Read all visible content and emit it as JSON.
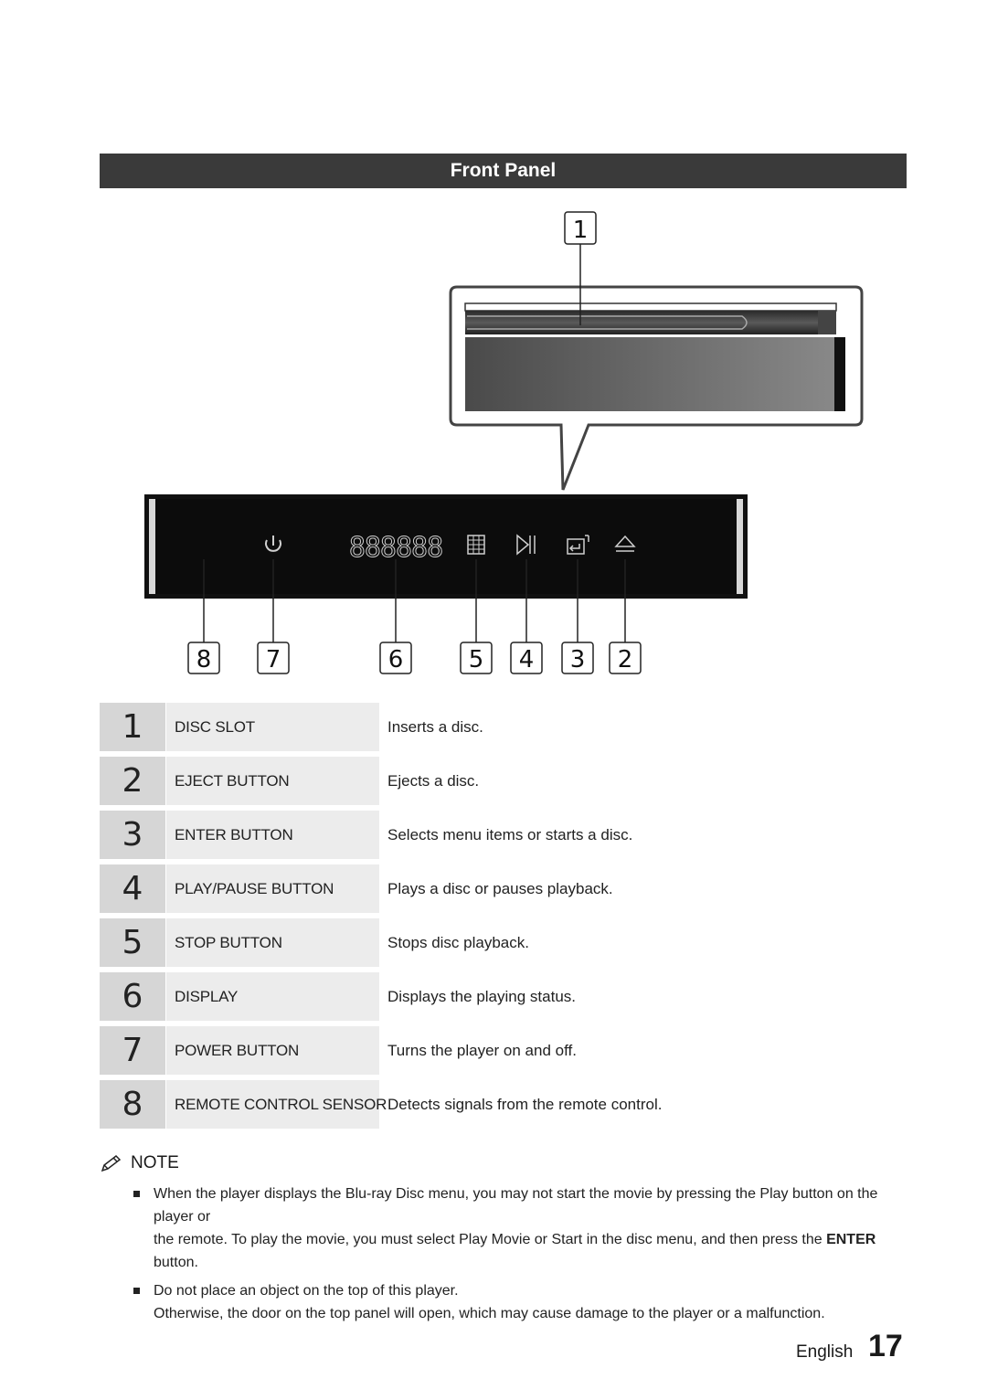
{
  "section_title": "Front Panel",
  "callouts": {
    "top": "1",
    "bottom": [
      "8",
      "7",
      "6",
      "5",
      "4",
      "3",
      "2"
    ]
  },
  "display_digits": "888888",
  "items": [
    {
      "num": "1",
      "name": "DISC SLOT",
      "desc": "Inserts a disc."
    },
    {
      "num": "2",
      "name": "EJECT BUTTON",
      "desc": "Ejects a disc."
    },
    {
      "num": "3",
      "name": "ENTER BUTTON",
      "desc": "Selects menu items or starts a disc."
    },
    {
      "num": "4",
      "name": "PLAY/PAUSE BUTTON",
      "desc": "Plays a disc or pauses playback."
    },
    {
      "num": "5",
      "name": "STOP BUTTON",
      "desc": "Stops disc playback."
    },
    {
      "num": "6",
      "name": "DISPLAY",
      "desc": "Displays the playing status."
    },
    {
      "num": "7",
      "name": "POWER BUTTON",
      "desc": "Turns the player on and off."
    },
    {
      "num": "8",
      "name": "REMOTE CONTROL SENSOR",
      "desc": "Detects signals from the remote control."
    }
  ],
  "note": {
    "heading": "NOTE",
    "bullet1_a": "When the player displays the Blu-ray Disc menu, you may not start the movie by pressing the Play button on the player or",
    "bullet1_b": "the remote. To play the movie, you must select Play Movie or Start in the disc menu, and then press the ",
    "bullet1_bold": "ENTER",
    "bullet1_c": " button.",
    "bullet2_a": "Do not place an object on the top of this player.",
    "bullet2_b": "Otherwise, the door on the top panel will open, which may cause damage to the player or a malfunction."
  },
  "footer": {
    "language": "English",
    "page": "17"
  },
  "colors": {
    "title_bar": "#3a3a3a",
    "num_cell": "#d6d6d6",
    "name_cell": "#ececec",
    "panel": "#111111"
  },
  "icons": [
    "power-icon",
    "stop-icon",
    "play-pause-icon",
    "enter-icon",
    "eject-icon",
    "pencil-icon"
  ]
}
